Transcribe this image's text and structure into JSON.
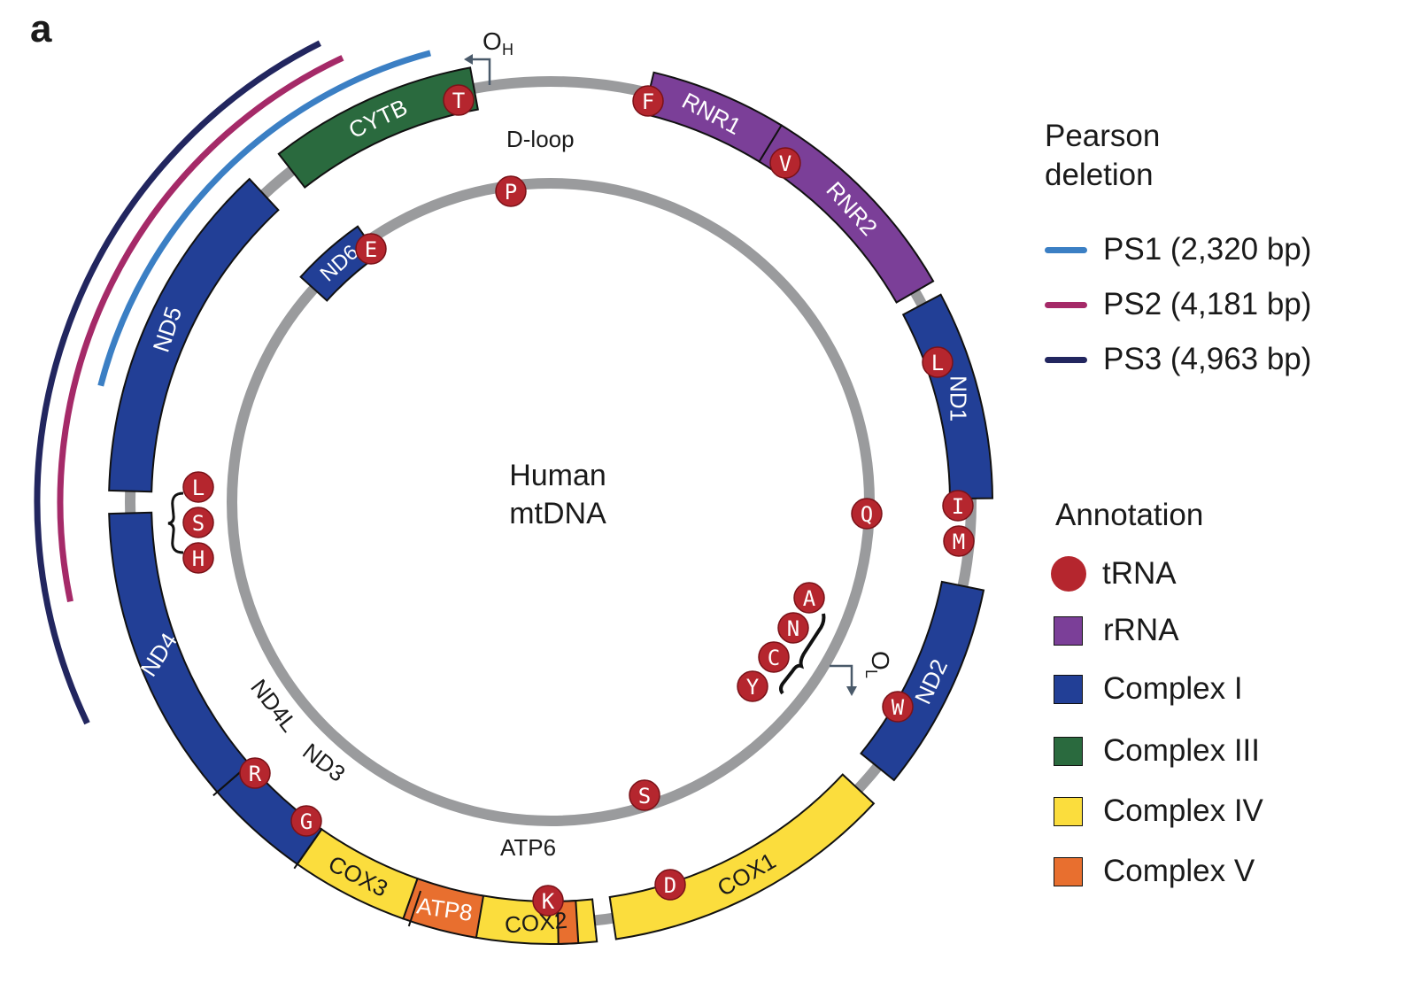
{
  "panel_label": "a",
  "center_label": [
    "Human",
    "mtDNA"
  ],
  "colors": {
    "backbone": "#9a9b9d",
    "trna": "#b5262e",
    "rrna": "#7b3f98",
    "complex_i": "#223f96",
    "complex_iii": "#2a6a3e",
    "complex_iv": "#fbdd3d",
    "complex_v": "#e86f2f",
    "ps1": "#3b7fc4",
    "ps2": "#a52a68",
    "ps3": "#22265f"
  },
  "outer_genes": [
    {
      "name": "RNR1",
      "type": "rrna",
      "label_color": "white"
    },
    {
      "name": "RNR2",
      "type": "rrna",
      "label_color": "white"
    },
    {
      "name": "ND1",
      "type": "complex_i",
      "label_color": "white"
    },
    {
      "name": "ND2",
      "type": "complex_i",
      "label_color": "white"
    },
    {
      "name": "COX1",
      "type": "complex_iv",
      "label_color": "dark"
    },
    {
      "name": "COX2",
      "type": "complex_iv",
      "label_color": "dark"
    },
    {
      "name": "ATP8",
      "type": "complex_v",
      "label_color": "white"
    },
    {
      "name": "",
      "type": "complex_v",
      "label_color": "white"
    },
    {
      "name": "COX3",
      "type": "complex_iv",
      "label_color": "dark"
    },
    {
      "name": "",
      "type": "complex_i",
      "label_color": "white"
    },
    {
      "name": "ND4",
      "type": "complex_i",
      "label_color": "white"
    },
    {
      "name": "ND5",
      "type": "complex_i",
      "label_color": "white"
    },
    {
      "name": "CYTB",
      "type": "complex_iii",
      "label_color": "white"
    }
  ],
  "inner_genes": [
    {
      "name": "ND6",
      "type": "complex_i",
      "label_color": "white"
    }
  ],
  "outer_trnas": [
    "T",
    "F",
    "V",
    "L",
    "I",
    "M",
    "W",
    "D",
    "K",
    "G",
    "R",
    "L",
    "S",
    "H"
  ],
  "inner_trnas": [
    "P",
    "E",
    "Q",
    "A",
    "N",
    "C",
    "Y",
    "S"
  ],
  "annotations": {
    "d_loop": "D-loop",
    "oh_main": "O",
    "oh_sub": "H",
    "ol_main": "O",
    "ol_sub": "L",
    "atp6": "ATP6",
    "nd4l": "ND4L",
    "nd3": "ND3"
  },
  "legend": {
    "deletion_title": [
      "Pearson",
      "deletion"
    ],
    "deletions": [
      {
        "label": "PS1 (2,320 bp)",
        "color": "#3b7fc4"
      },
      {
        "label": "PS2 (4,181 bp)",
        "color": "#a52a68"
      },
      {
        "label": "PS3 (4,963 bp)",
        "color": "#22265f"
      }
    ],
    "annotation_title": "Annotation",
    "annotation_items": [
      {
        "label": "tRNA",
        "type": "trna",
        "color": "#b5262e"
      },
      {
        "label": "rRNA",
        "type": "rrna",
        "color": "#7b3f98"
      },
      {
        "label": "Complex I",
        "type": "complex_i",
        "color": "#223f96"
      },
      {
        "label": "Complex III",
        "type": "complex_iii",
        "color": "#2a6a3e"
      },
      {
        "label": "Complex IV",
        "type": "complex_iv",
        "color": "#fbdd3d"
      },
      {
        "label": "Complex V",
        "type": "complex_v",
        "color": "#e86f2f"
      }
    ]
  }
}
